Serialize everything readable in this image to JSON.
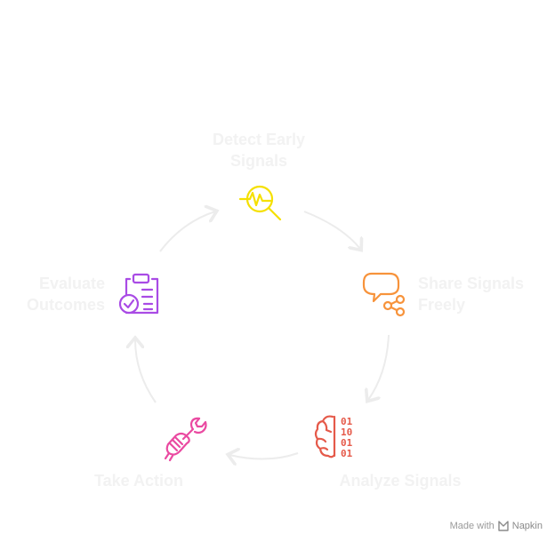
{
  "steps": [
    {
      "line1": "Detect Early",
      "line2": "Signals",
      "color": "#f5e000",
      "icon": "magnifier-pulse-icon"
    },
    {
      "line1": "Share Signals",
      "line2": "Freely",
      "color": "#f7933b",
      "icon": "chat-share-icon"
    },
    {
      "line1": "Analyze Signals",
      "line2": "",
      "color": "#e55a4a",
      "icon": "brain-binary-icon"
    },
    {
      "line1": "Take Action",
      "line2": "",
      "color": "#ea4aa1",
      "icon": "hand-wrench-icon"
    },
    {
      "line1": "Evaluate",
      "line2": "Outcomes",
      "color": "#a94be5",
      "icon": "clipboard-check-icon"
    }
  ],
  "binary": {
    "row1": "01",
    "row2": "10",
    "row3": "01",
    "row4": "01"
  },
  "footer": {
    "made_with": "Made with",
    "brand": "Napkin"
  }
}
